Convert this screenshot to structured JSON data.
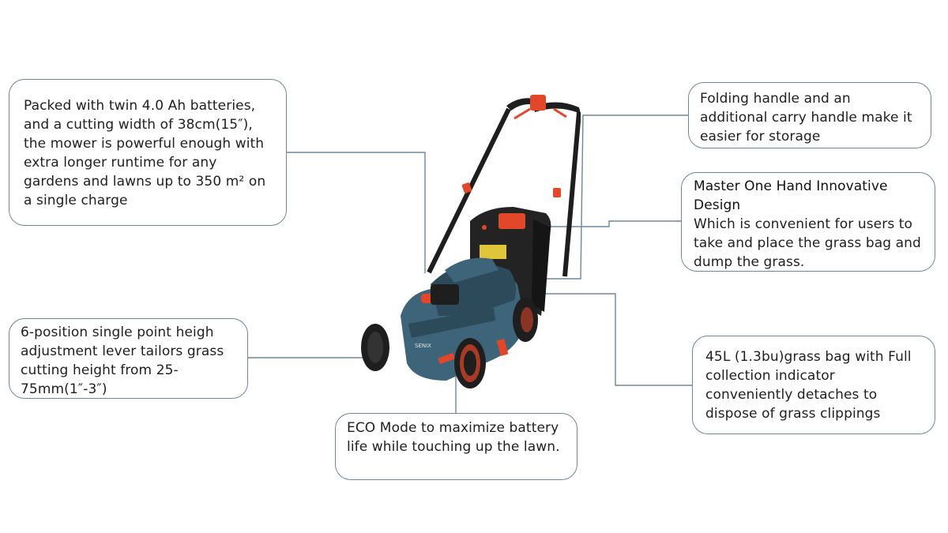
{
  "callouts": {
    "battery": {
      "text": "Packed with twin 4.0 Ah batteries, and a cutting width of 38cm(15″), the mower is powerful enough with extra longer runtime for any gardens and lawns up to 350 m² on a single charge"
    },
    "folding": {
      "text": "Folding handle and an additional carry handle make it easier for storage"
    },
    "one_hand": {
      "title": "Master One Hand Innovative Design",
      "text": "Which is convenient for users to take and place the grass bag and dump the grass."
    },
    "height": {
      "text": "6-position single point heigh adjustment lever tailors grass cutting height from 25-75mm(1″-3″)"
    },
    "eco": {
      "text": "ECO Mode to maximize battery life while touching up the lawn."
    },
    "grass_bag": {
      "text": "45L (1.3bu)grass bag with Full collection indicator conveniently detaches to dispose of grass clippings"
    }
  },
  "product": {
    "brand": "SENIX",
    "colors": {
      "body": "#3d6479",
      "body_dark": "#2c4a5a",
      "accent": "#e2472a",
      "black": "#1e1e1e",
      "connector": "#6f8796"
    }
  }
}
